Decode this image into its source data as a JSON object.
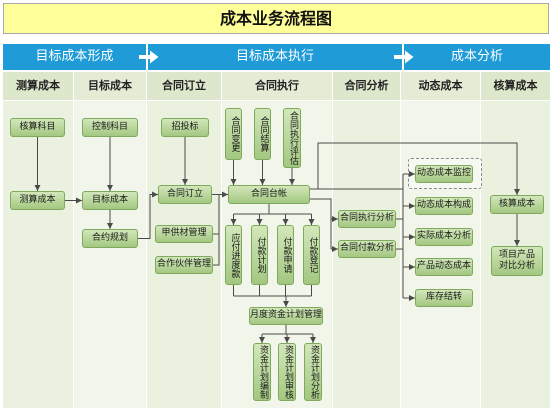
{
  "title": "成本业务流程图",
  "phases": [
    "目标成本形成",
    "目标成本执行",
    "成本分析"
  ],
  "columns": [
    {
      "label": "测算成本",
      "nodes": [
        "核算科目",
        "测算成本"
      ]
    },
    {
      "label": "目标成本",
      "nodes": [
        "控制科目",
        "目标成本",
        "合约规划"
      ]
    },
    {
      "label": "合同订立",
      "nodes": [
        "招投标",
        "合同订立",
        "甲供材管理",
        "合作伙伴管理"
      ]
    },
    {
      "label": "合同执行",
      "nodes": [
        "合同变更",
        "合同结算",
        "合同执行评估",
        "合同台帐",
        "应付进度款",
        "付款计划",
        "付款申请",
        "付款登记",
        "月度资金计划管理",
        "资金计划编制",
        "资金计划审核",
        "资金计划分析"
      ]
    },
    {
      "label": "合同分析",
      "nodes": [
        "合同执行分析",
        "合同付款分析"
      ]
    },
    {
      "label": "动态成本",
      "nodes": [
        "动态成本监控",
        "动态成本构成",
        "实际成本分析",
        "产品动态成本",
        "库存结转"
      ]
    },
    {
      "label": "核算成本",
      "nodes": [
        "核算成本",
        "项目产品对比分析"
      ]
    }
  ],
  "colors": {
    "title_bg": "#ffff99",
    "phase_bar": "#1f9bd7",
    "node_fill_top": "#d2e7ba",
    "node_fill_bottom": "#a3c781",
    "node_border": "#7fa95c",
    "connector": "#4a4a4a"
  }
}
